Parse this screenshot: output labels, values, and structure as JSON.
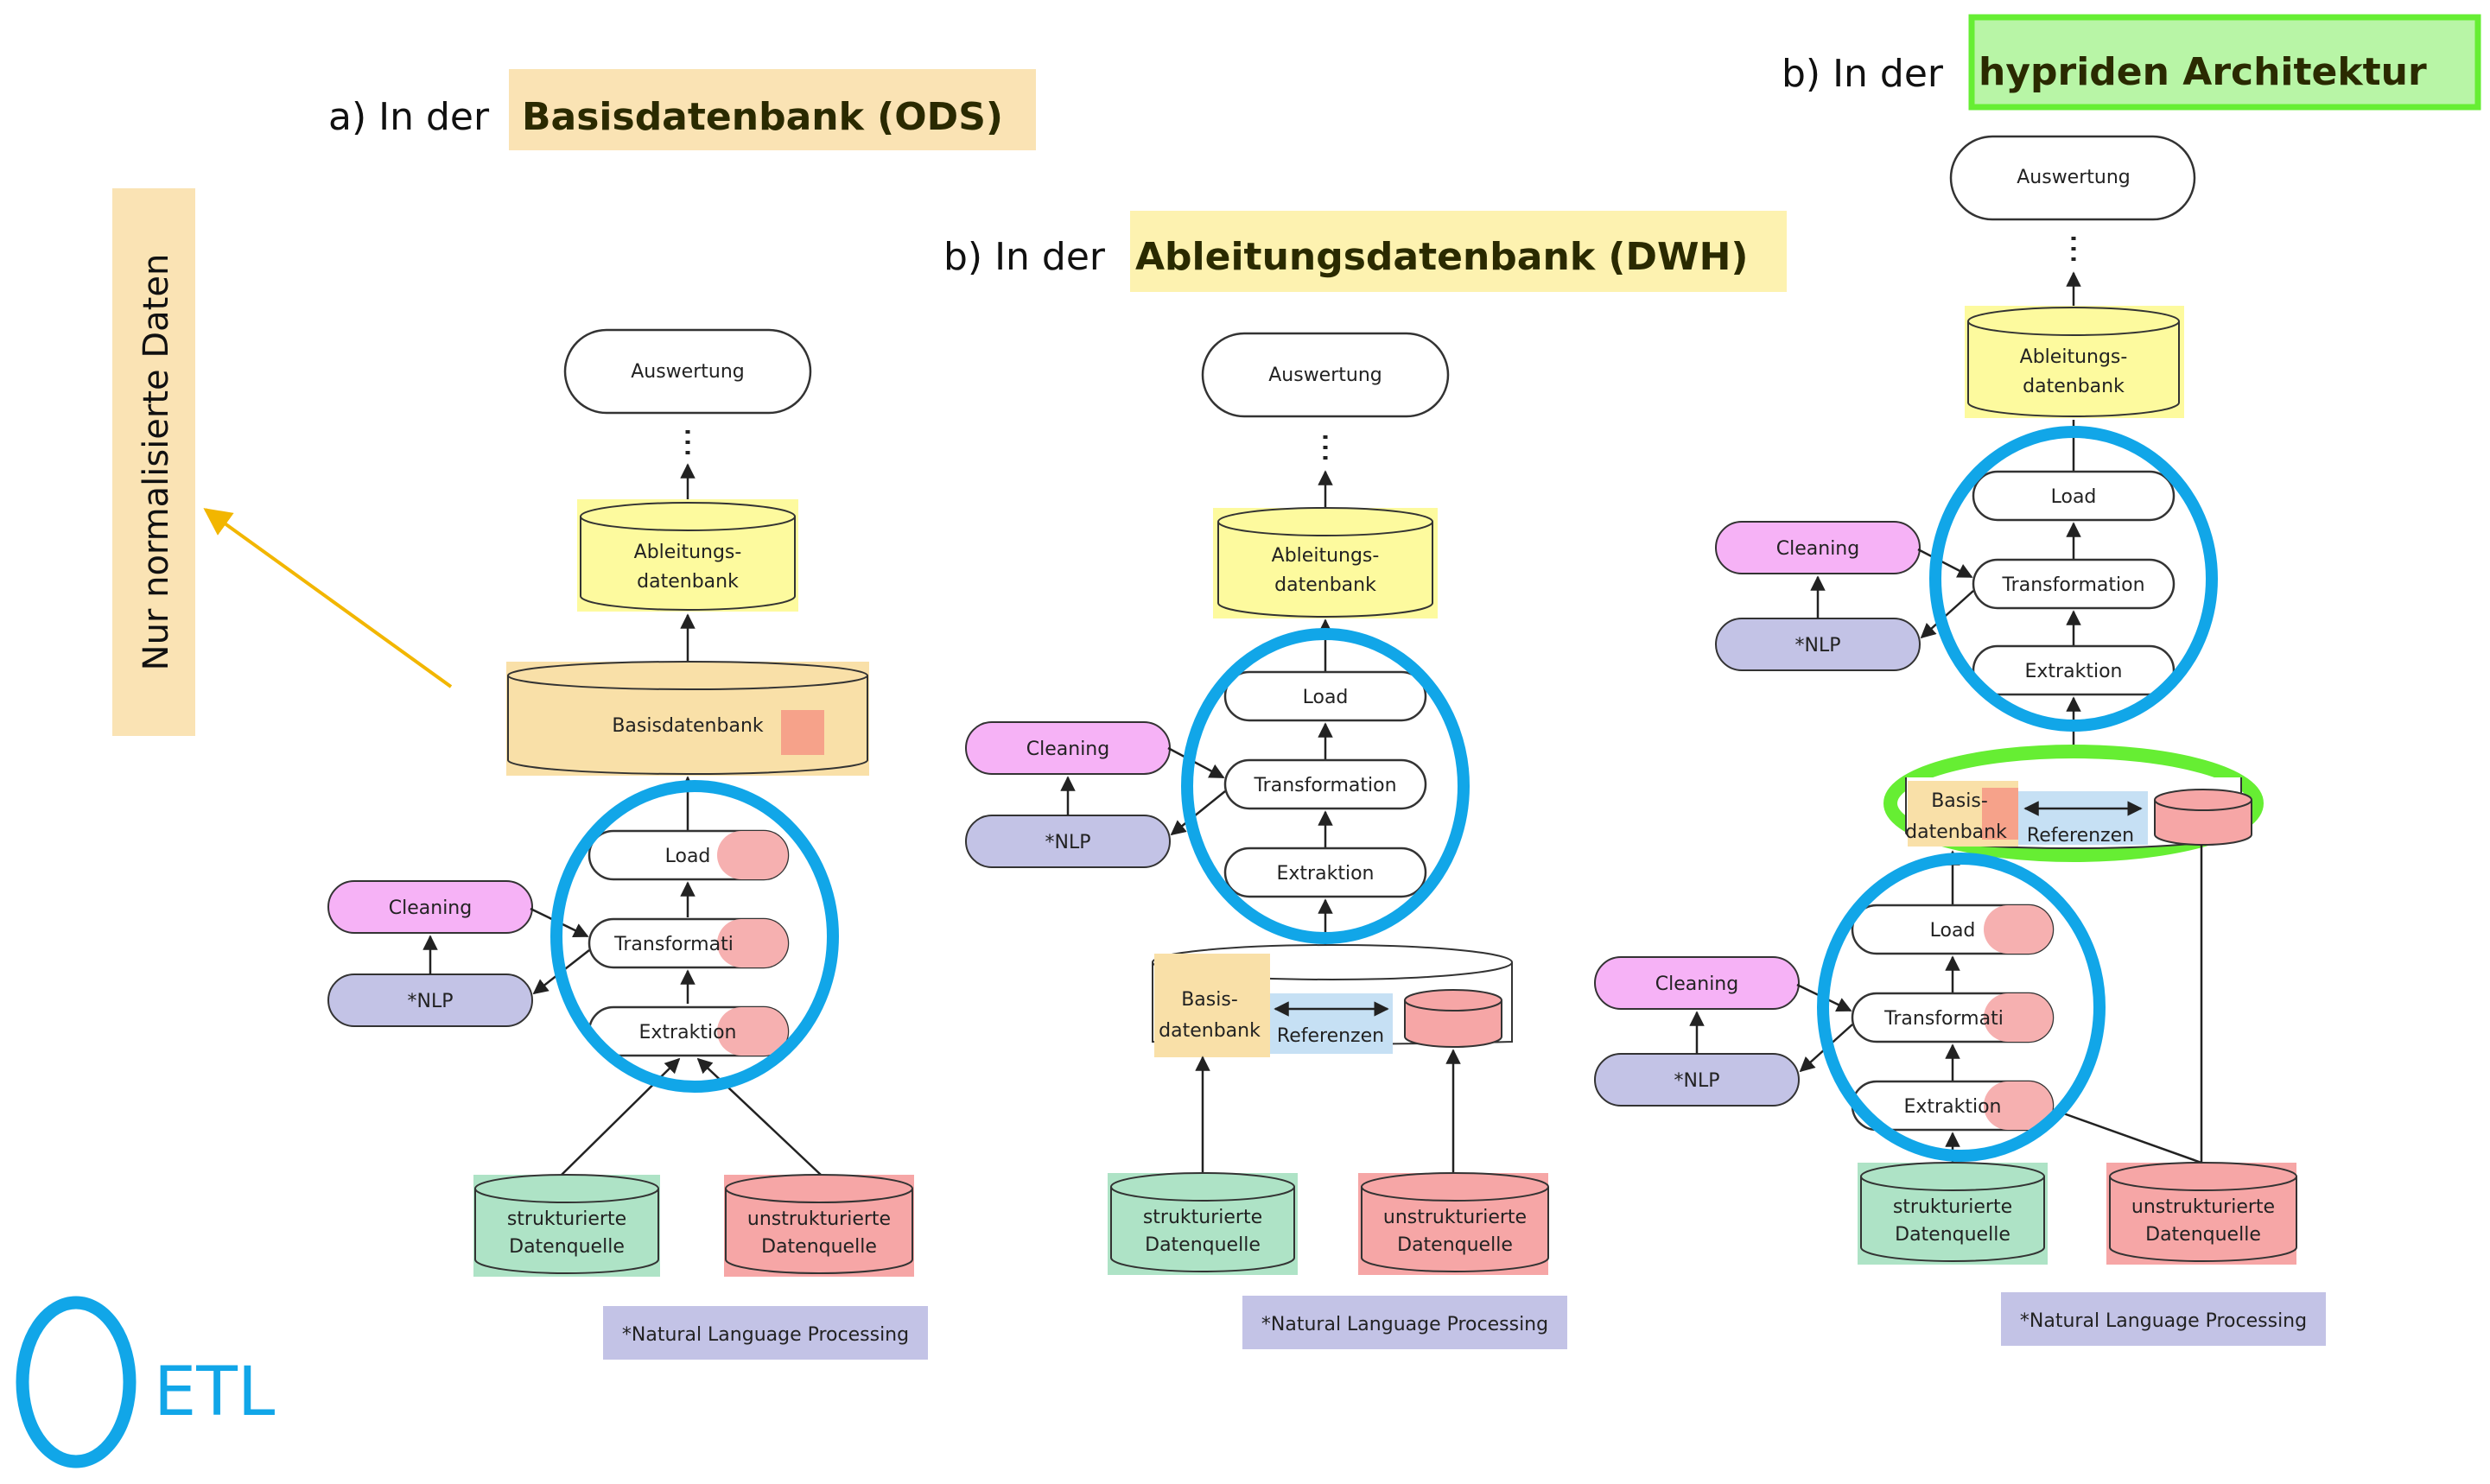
{
  "colors": {
    "accent_blue": "#11a6e8",
    "accent_green": "#66ee33",
    "yellow_db": "#fdfa9e",
    "orange_db": "#f9e0a8",
    "green_src": "#aee3c6",
    "red_src": "#f6a6a6",
    "cleaning": "#f6b2f6",
    "nlp": "#c3c3e6",
    "ref_blue": "#c6e0f4",
    "title_yellow": "#fdf2b0",
    "title_orange": "#fae3b4",
    "title_green": "#b8f5a6",
    "pink_highlight": "#f6b0b0",
    "arrow_orange": "#f2b600"
  },
  "side_label": "Nur normalisierte Daten",
  "legend": {
    "label": "ETL",
    "icon": "blue-ring-icon"
  },
  "panel_a": {
    "title_prefix": "a) In der",
    "title_highlight": "Basisdatenbank (ODS)",
    "auswertung": "Auswertung",
    "ableitungs_line1": "Ableitungs-",
    "ableitungs_line2": "datenbank",
    "basis": "Basisdatenbank",
    "load": "Load",
    "transformation": "Transformati",
    "extraktion": "Extraktion",
    "cleaning": "Cleaning",
    "nlp": "*NLP",
    "src_struct_line1": "strukturierte",
    "src_struct_line2": "Datenquelle",
    "src_unstruct_line1": "unstrukturierte",
    "src_unstruct_line2": "Datenquelle",
    "footnote": "*Natural Language Processing"
  },
  "panel_b": {
    "title_prefix": "b) In der",
    "title_highlight": "Ableitungsdatenbank (DWH)",
    "auswertung": "Auswertung",
    "ableitungs_line1": "Ableitungs-",
    "ableitungs_line2": "datenbank",
    "load": "Load",
    "transformation": "Transformation",
    "extraktion": "Extraktion",
    "cleaning": "Cleaning",
    "nlp": "*NLP",
    "basis_line1": "Basis-",
    "basis_line2": "datenbank",
    "referenzen": "Referenzen",
    "src_struct_line1": "strukturierte",
    "src_struct_line2": "Datenquelle",
    "src_unstruct_line1": "unstrukturierte",
    "src_unstruct_line2": "Datenquelle",
    "footnote": "*Natural Language Processing"
  },
  "panel_c": {
    "title_prefix": "b) In der",
    "title_highlight": "hypriden Architektur",
    "auswertung": "Auswertung",
    "ableitungs_line1": "Ableitungs-",
    "ableitungs_line2": "datenbank",
    "load_top": "Load",
    "transformation_top": "Transformation",
    "extraktion_top": "Extraktion",
    "cleaning_top": "Cleaning",
    "nlp_top": "*NLP",
    "basis_line1": "Basis-",
    "basis_line2": "datenbank",
    "referenzen": "Referenzen",
    "load_bottom": "Load",
    "transformation_bottom": "Transformati",
    "extraktion_bottom": "Extraktion",
    "cleaning_bottom": "Cleaning",
    "nlp_bottom": "*NLP",
    "src_struct_line1": "strukturierte",
    "src_struct_line2": "Datenquelle",
    "src_unstruct_line1": "unstrukturierte",
    "src_unstruct_line2": "Datenquelle",
    "footnote": "*Natural Language Processing"
  }
}
